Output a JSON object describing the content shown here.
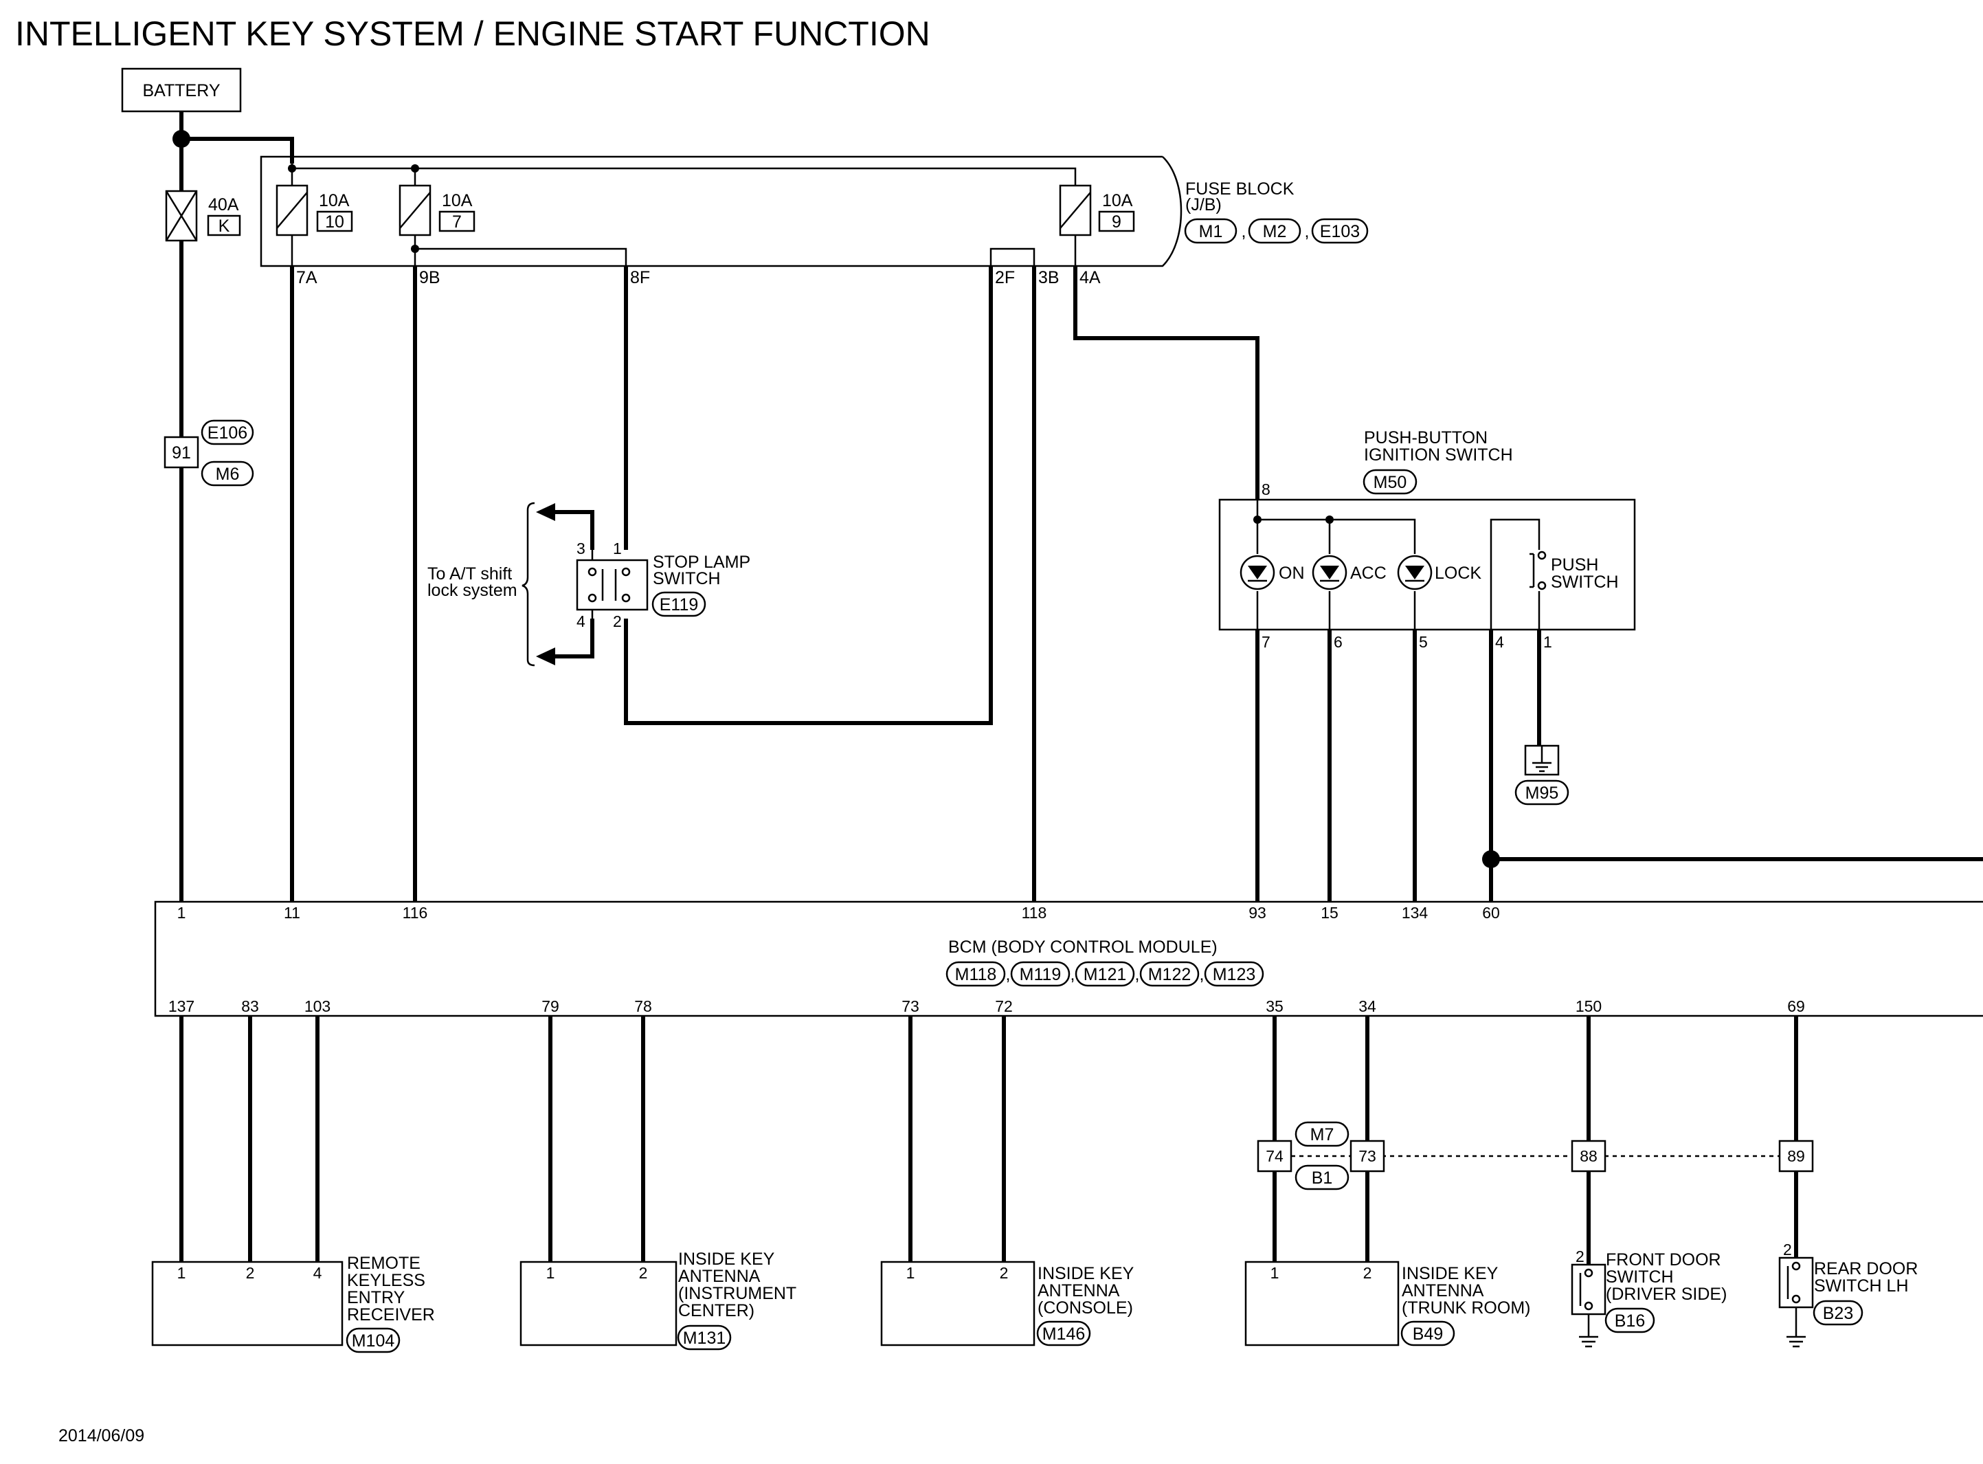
{
  "title": "INTELLIGENT KEY SYSTEM / ENGINE START FUNCTION",
  "date": "2014/06/09",
  "battery": "BATTERY",
  "fuses": [
    {
      "amp": "40A",
      "id": "K"
    },
    {
      "amp": "10A",
      "id": "10"
    },
    {
      "amp": "10A",
      "id": "7"
    },
    {
      "amp": "10A",
      "id": "9"
    }
  ],
  "fuse_block": {
    "label": "FUSE BLOCK",
    "sub": "(J/B)",
    "connectors": [
      "M1",
      "M2",
      "E103"
    ],
    "terminals": [
      "7A",
      "9B",
      "8F",
      "2F",
      "3B",
      "4A"
    ]
  },
  "joint": {
    "pin": "91",
    "connectors": [
      "E106",
      "M6"
    ]
  },
  "stop_lamp": {
    "line1": "STOP LAMP",
    "line2": "SWITCH",
    "connector": "E119",
    "pins": [
      "3",
      "1",
      "4",
      "2"
    ],
    "note1": "To A/T shift",
    "note2": "lock system"
  },
  "push_button": {
    "line1": "PUSH-BUTTON",
    "line2": "IGNITION SWITCH",
    "connector": "M50",
    "pin_top": "8",
    "leds": [
      "ON",
      "ACC",
      "LOCK"
    ],
    "switch_line1": "PUSH",
    "switch_line2": "SWITCH",
    "pins_bottom": [
      "7",
      "6",
      "5",
      "4",
      "1"
    ],
    "ground": "M95"
  },
  "bcm": {
    "label": "BCM (BODY CONTROL MODULE)",
    "connectors": [
      "M118",
      "M119",
      "M121",
      "M122",
      "M123"
    ],
    "pins_top": [
      "1",
      "11",
      "116",
      "118",
      "93",
      "15",
      "134",
      "60"
    ],
    "pins_bottom": [
      "137",
      "83",
      "103",
      "79",
      "78",
      "73",
      "72",
      "35",
      "34",
      "150",
      "69"
    ]
  },
  "joint2": {
    "pins": [
      "74",
      "73",
      "88",
      "89"
    ],
    "connectors": [
      "M7",
      "B1"
    ]
  },
  "components": [
    {
      "lines": [
        "REMOTE",
        "KEYLESS",
        "ENTRY",
        "RECEIVER"
      ],
      "connector": "M104",
      "pins": [
        "1",
        "2",
        "4"
      ]
    },
    {
      "lines": [
        "INSIDE KEY",
        "ANTENNA",
        "(INSTRUMENT",
        " CENTER)"
      ],
      "connector": "M131",
      "pins": [
        "1",
        "2"
      ]
    },
    {
      "lines": [
        "INSIDE KEY",
        "ANTENNA",
        "(CONSOLE)"
      ],
      "connector": "M146",
      "pins": [
        "1",
        "2"
      ]
    },
    {
      "lines": [
        "INSIDE KEY",
        "ANTENNA",
        "(TRUNK ROOM)"
      ],
      "connector": "B49",
      "pins": [
        "1",
        "2"
      ]
    },
    {
      "lines": [
        "FRONT DOOR",
        "SWITCH",
        "(DRIVER SIDE)"
      ],
      "connector": "B16",
      "pins": [
        "2"
      ]
    },
    {
      "lines": [
        "REAR DOOR",
        "SWITCH LH"
      ],
      "connector": "B23",
      "pins": [
        "2"
      ]
    }
  ]
}
